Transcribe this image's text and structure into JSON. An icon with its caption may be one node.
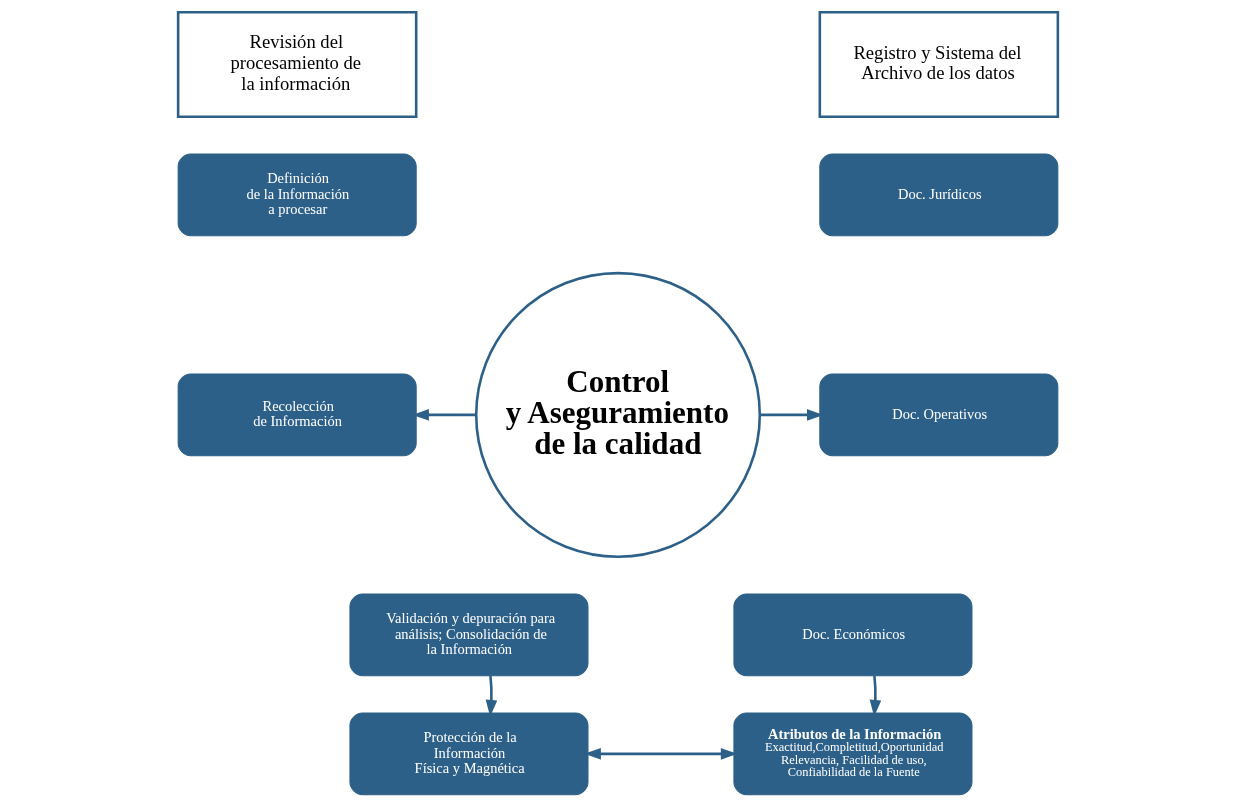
{
  "diagram": {
    "nodes": [
      {
        "text": [
          "Revisión del procesamiento de la información"
        ]
      },
      {
        "text": [
          "Definición de la Información a procesar"
        ]
      },
      {
        "text": [
          "Recolección de Información"
        ]
      },
      {
        "text": [
          "Validación y depuración para análisis; Consolidación de la Información"
        ]
      },
      {
        "text": [
          "Control y Aseguramiento de la calidad"
        ]
      },
      {
        "text": [
          "Registro y Sistema del Archivo de los datos"
        ]
      },
      {
        "text": [
          "Doc. Jurídicos"
        ]
      },
      {
        "text": [
          "Doc. Operativos"
        ]
      },
      {
        "text": [
          "Doc. Económicos"
        ]
      },
      {
        "text": [
          "Protección de la Información Física y Magnética"
        ]
      },
      {
        "text": [
          "Atributos de la Información",
          "Exactitud,Completitud,Oportunidad Relevancia, Facilidad de uso, Confiabilidad de la Fuente"
        ]
      }
    ],
    "edges": [
      {
        "from": 4,
        "to": 2,
        "arrow": "to"
      },
      {
        "from": 4,
        "to": 7,
        "arrow": "to"
      },
      {
        "from": 3,
        "to": 9,
        "arrow": "to"
      },
      {
        "from": 9,
        "to": 10,
        "arrow": "both"
      },
      {
        "from": 8,
        "to": 10,
        "arrow": "to"
      }
    ]
  }
}
